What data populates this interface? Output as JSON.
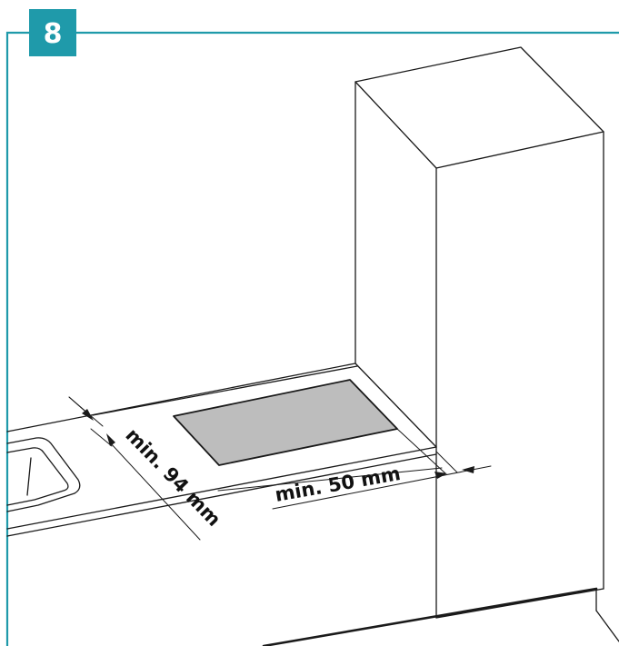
{
  "step_number": "8",
  "dimensions": {
    "depth_clearance": "min. 94 mm",
    "side_clearance": "min. 50 mm"
  },
  "colors": {
    "accent": "#1f9aaa",
    "hob_fill": "#bdbdbd",
    "line": "#1a1a1a"
  }
}
